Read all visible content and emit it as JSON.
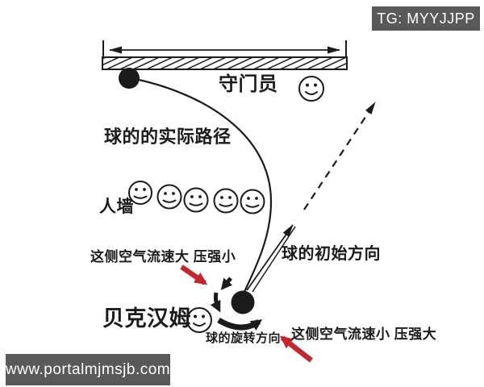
{
  "watermarks": {
    "telegram": "TG: MYYJJPP",
    "website": "www.portalmjmsjb.com"
  },
  "colors": {
    "ink": "#1b1b1b",
    "badge_bg": "#58595b",
    "red_arrow": "#c2272d",
    "background": "#ffffff"
  },
  "labels": {
    "goalkeeper": "守门员",
    "actual_path": "球的的实际路径",
    "wall": "人墙",
    "initial_direction": "球的初始方向",
    "fast_air_side": "这侧空气流速大 压强小",
    "beckham": "贝克汉姆",
    "spin_direction": "球的旋转方向",
    "slow_air_side": "这侧空气流速小 压强大"
  },
  "icons": {
    "goalkeeper_face": "smiley-icon",
    "wall_faces": [
      "smiley-icon",
      "smiley-icon",
      "smiley-icon",
      "smiley-icon",
      "smiley-icon"
    ],
    "beckham_face": "smiley-icon",
    "goal_span": "double-arrow-icon",
    "spin": "counterclockwise-spin-arrows"
  }
}
